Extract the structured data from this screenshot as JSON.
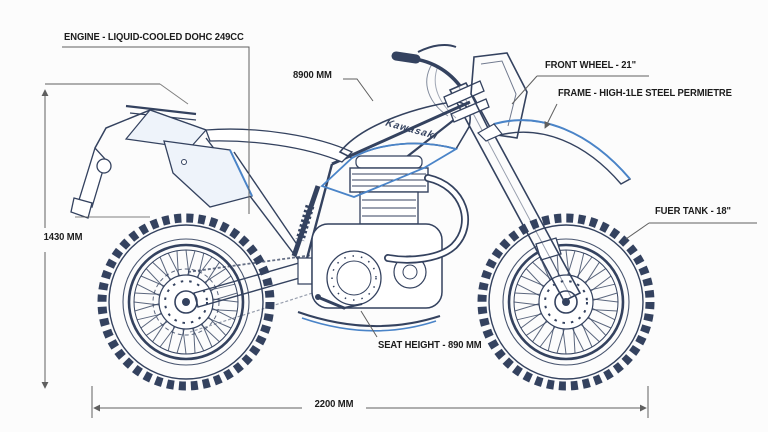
{
  "diagram": {
    "brand_logo": "Kawasaki",
    "callouts": {
      "engine": "ENGINE - LIQUID-COOLED DOHC 249CC",
      "top_dimension": "8900 MM",
      "front_wheel": "FRONT WHEEL - 21\"",
      "frame": "FRAME - HIGH-1LE STEEL PERMIETRE",
      "fuel_tank": "FUER TANK - 18\"",
      "seat_height": "SEAT HEIGHT - 890 MM"
    },
    "dimensions": {
      "overall_height": "1430 MM",
      "overall_length": "2200 MM"
    },
    "colors": {
      "background": "#fcfcfc",
      "ink": "#34425f",
      "accent": "#4a84c8",
      "panel": "#eef3fa",
      "label_text": "#1c1c1c",
      "dim_line": "#5f5f5f"
    }
  }
}
